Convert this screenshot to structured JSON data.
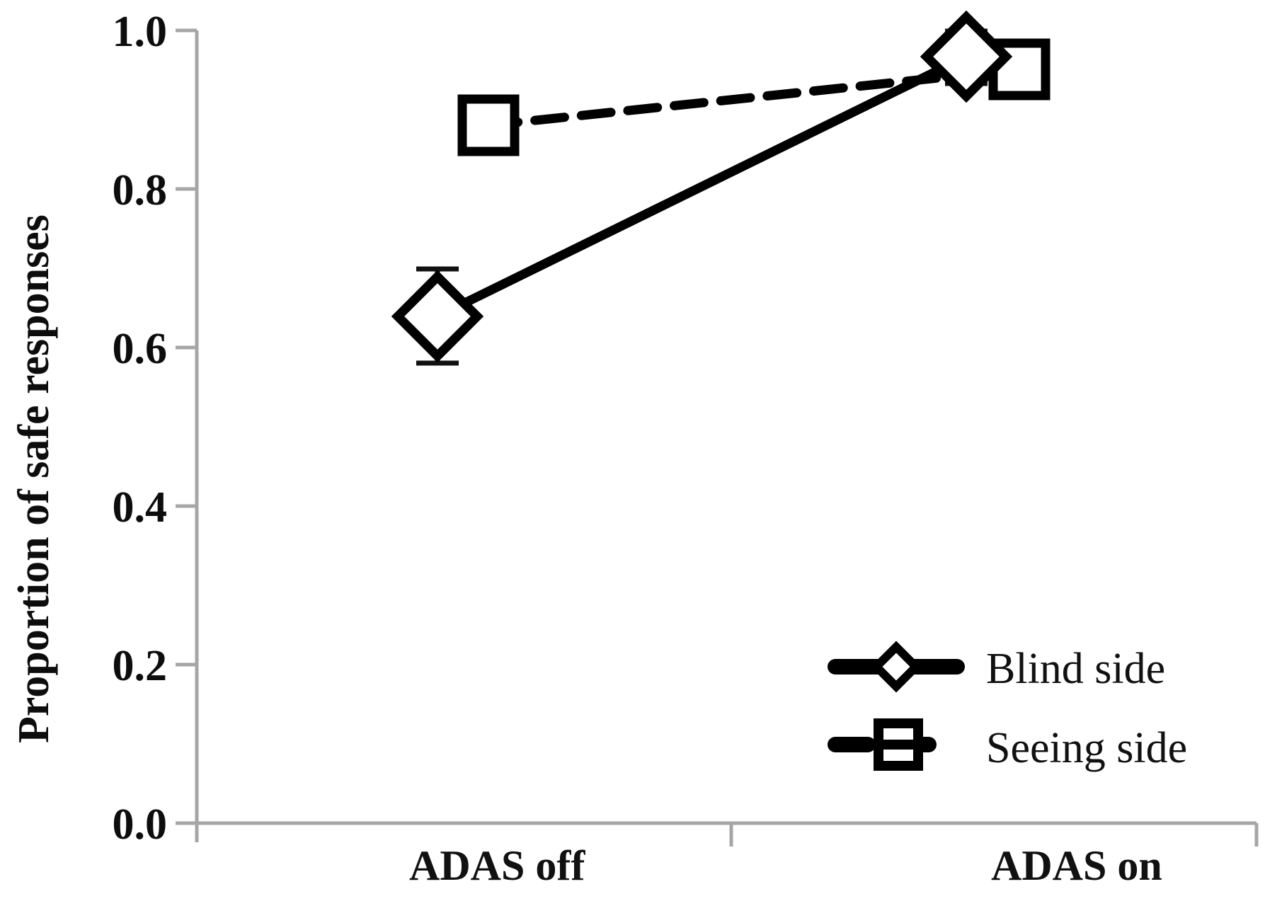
{
  "chart_data": {
    "type": "line",
    "title": "",
    "xlabel": "",
    "ylabel": "Proportion of safe responses",
    "categories": [
      "ADAS off",
      "ADAS on"
    ],
    "ylim": [
      0.0,
      1.0
    ],
    "yticks": [
      "0.0",
      "0.2",
      "0.4",
      "0.6",
      "0.8",
      "1.0"
    ],
    "ytick_values": [
      0.0,
      0.2,
      0.4,
      0.6,
      0.8,
      1.0
    ],
    "grid": false,
    "legend_position": "inside bottom-right",
    "series": [
      {
        "name": "Blind side",
        "marker": "diamond-open",
        "linestyle": "solid",
        "values": [
          0.64,
          0.96
        ],
        "errors_low": [
          0.06,
          0.02
        ],
        "errors_high": [
          0.06,
          0.02
        ]
      },
      {
        "name": "Seeing side",
        "marker": "square-open",
        "linestyle": "dashed",
        "values": [
          0.88,
          0.95
        ],
        "errors_low": [
          0.02,
          0.01
        ],
        "errors_high": [
          0.02,
          0.01
        ]
      }
    ]
  },
  "axis": {
    "y_title": "Proportion of safe responses",
    "ticks": {
      "t0": "0.0",
      "t1": "0.2",
      "t2": "0.4",
      "t3": "0.6",
      "t4": "0.8",
      "t5": "1.0"
    },
    "categories": {
      "c0": "ADAS off",
      "c1": "ADAS on"
    }
  },
  "legend": {
    "items": [
      {
        "label": "Blind side",
        "marker": "diamond-open-icon",
        "linestyle": "solid"
      },
      {
        "label": "Seeing side",
        "marker": "square-open-icon",
        "linestyle": "dashed"
      }
    ]
  },
  "colors": {
    "series": "#000000",
    "axis": "#a6a6a6",
    "text": "#111111",
    "background": "#ffffff"
  }
}
